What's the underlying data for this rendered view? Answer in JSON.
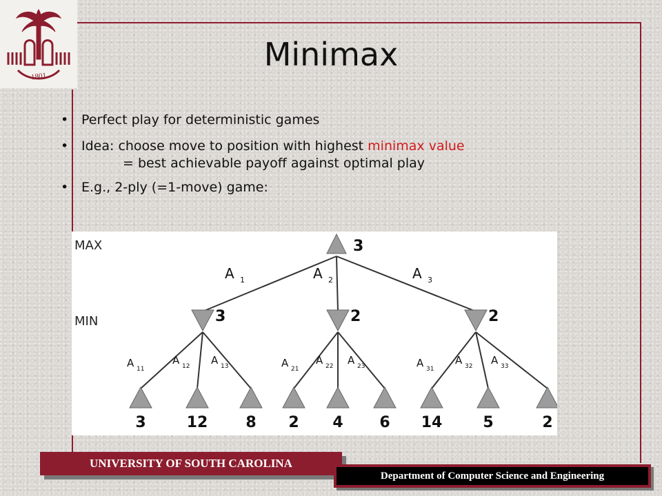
{
  "slide": {
    "title": "Minimax",
    "bullets": [
      {
        "text": "Perfect play for deterministic games"
      },
      {
        "text_before": "Idea: choose move to position with highest ",
        "text_highlight": "minimax value",
        "continuation": "= best achievable payoff against optimal play"
      },
      {
        "text": "E.g., 2-ply (=1-move) game:"
      }
    ],
    "bullet_symbol": "•",
    "highlight_color": "#d21b1b"
  },
  "logo": {
    "year": "1801",
    "icon": "palmetto-seal-icon"
  },
  "diagram": {
    "level_labels": {
      "max": "MAX",
      "min": "MIN"
    },
    "root_value": "3",
    "actions_root": [
      {
        "label": "A",
        "sub": "1"
      },
      {
        "label": "A",
        "sub": "2"
      },
      {
        "label": "A",
        "sub": "3"
      }
    ],
    "min_values": [
      "3",
      "2",
      "2"
    ],
    "leaf_actions": [
      [
        {
          "label": "A",
          "sub": "11"
        },
        {
          "label": "A",
          "sub": "12"
        },
        {
          "label": "A",
          "sub": "13"
        }
      ],
      [
        {
          "label": "A",
          "sub": "21"
        },
        {
          "label": "A",
          "sub": "22"
        },
        {
          "label": "A",
          "sub": "23"
        }
      ],
      [
        {
          "label": "A",
          "sub": "31"
        },
        {
          "label": "A",
          "sub": "32"
        },
        {
          "label": "A",
          "sub": "33"
        }
      ]
    ],
    "leaf_values": [
      "3",
      "12",
      "8",
      "2",
      "4",
      "6",
      "14",
      "5",
      "2"
    ],
    "node_color": "#9c9c9c"
  },
  "footer": {
    "university": "UNIVERSITY OF SOUTH CAROLINA",
    "department": "Department of Computer Science and Engineering"
  },
  "colors": {
    "brand": "#8c1d2e"
  }
}
